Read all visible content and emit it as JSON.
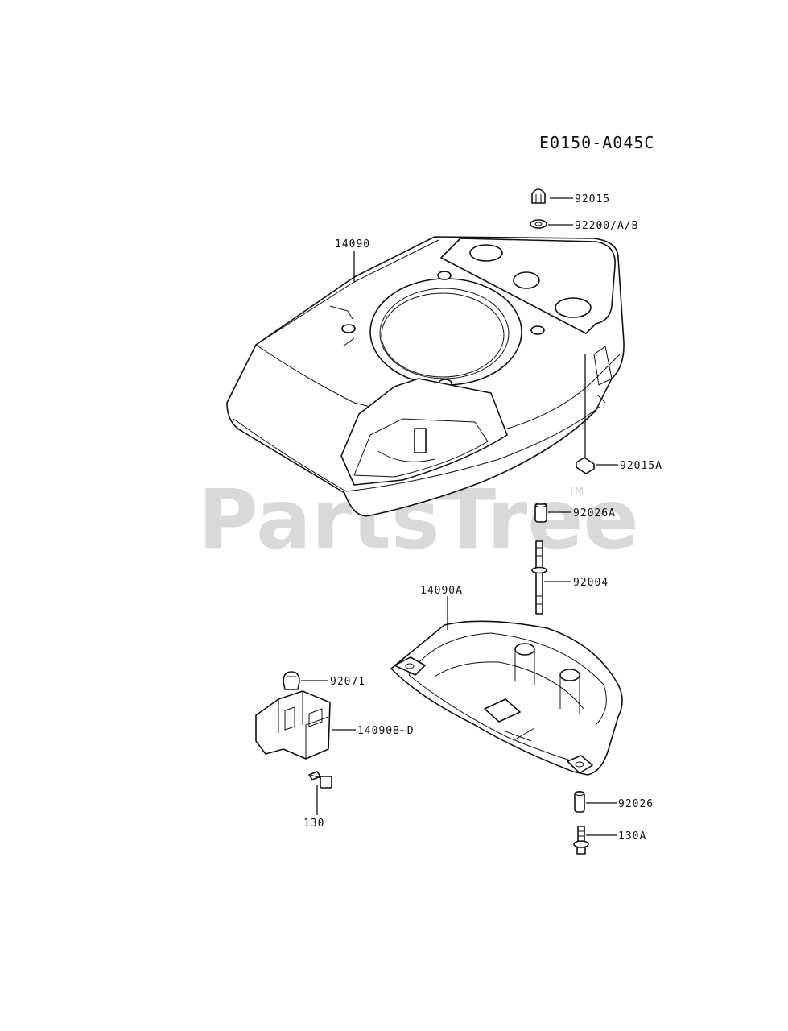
{
  "diagram_code": "E0150-A045C",
  "watermark": {
    "text": "PartsTree",
    "tm": "TM"
  },
  "labels": {
    "p92015": "92015",
    "p92200": "92200/A/B",
    "p14090": "14090",
    "p92015A": "92015A",
    "p92026A": "92026A",
    "p92004": "92004",
    "p14090A": "14090A",
    "p92071": "92071",
    "p14090BD": "14090B~D",
    "p130": "130",
    "p92026": "92026",
    "p130A": "130A"
  }
}
